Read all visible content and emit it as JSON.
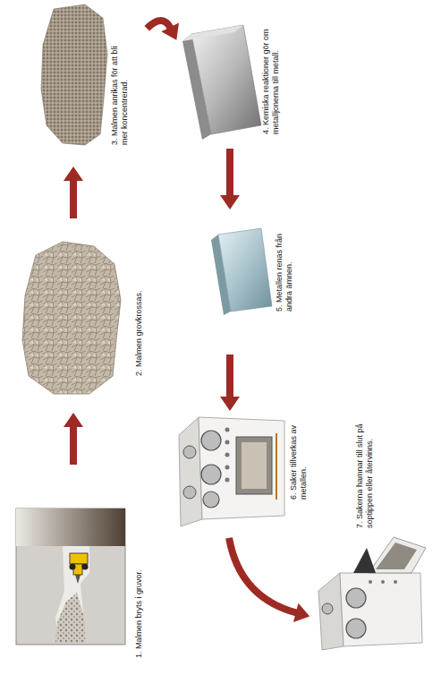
{
  "diagram": {
    "nodes": [
      {
        "text": [
          "1. Malmen bryts i gruvor."
        ]
      },
      {
        "text": [
          "2. Malmen grovkrossas."
        ]
      },
      {
        "text": [
          "3. Malmen anrikas för att bli mer koncentrerad."
        ]
      },
      {
        "text": [
          "4. Kemiska reaktioner gör om metalljonerna till metall."
        ]
      },
      {
        "text": [
          "5. Metallen renas från andra ämnen."
        ]
      },
      {
        "text": [
          "6. Saker tillverkas av metallen."
        ]
      },
      {
        "text": [
          "7. Sakerna hamnar till slut på soptippen eller återvinns."
        ]
      }
    ],
    "edges": [
      {
        "from": 0,
        "to": 1,
        "arrow": "to"
      },
      {
        "from": 1,
        "to": 2,
        "arrow": "to"
      },
      {
        "from": 2,
        "to": 3,
        "arrow": "to"
      },
      {
        "from": 3,
        "to": 4,
        "arrow": "to"
      },
      {
        "from": 4,
        "to": 5,
        "arrow": "to"
      },
      {
        "from": 5,
        "to": 6,
        "arrow": "to"
      }
    ]
  }
}
